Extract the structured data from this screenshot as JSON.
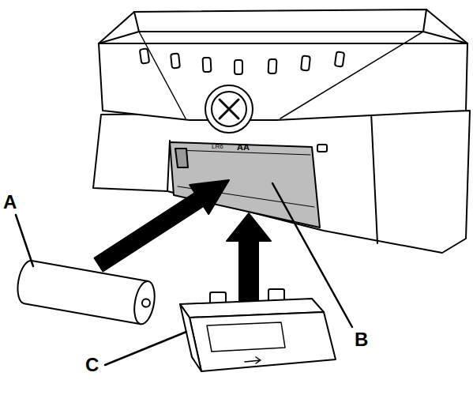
{
  "diagram": {
    "labels": [
      "A",
      "B",
      "C",
      "LR6",
      "AA"
    ]
  }
}
